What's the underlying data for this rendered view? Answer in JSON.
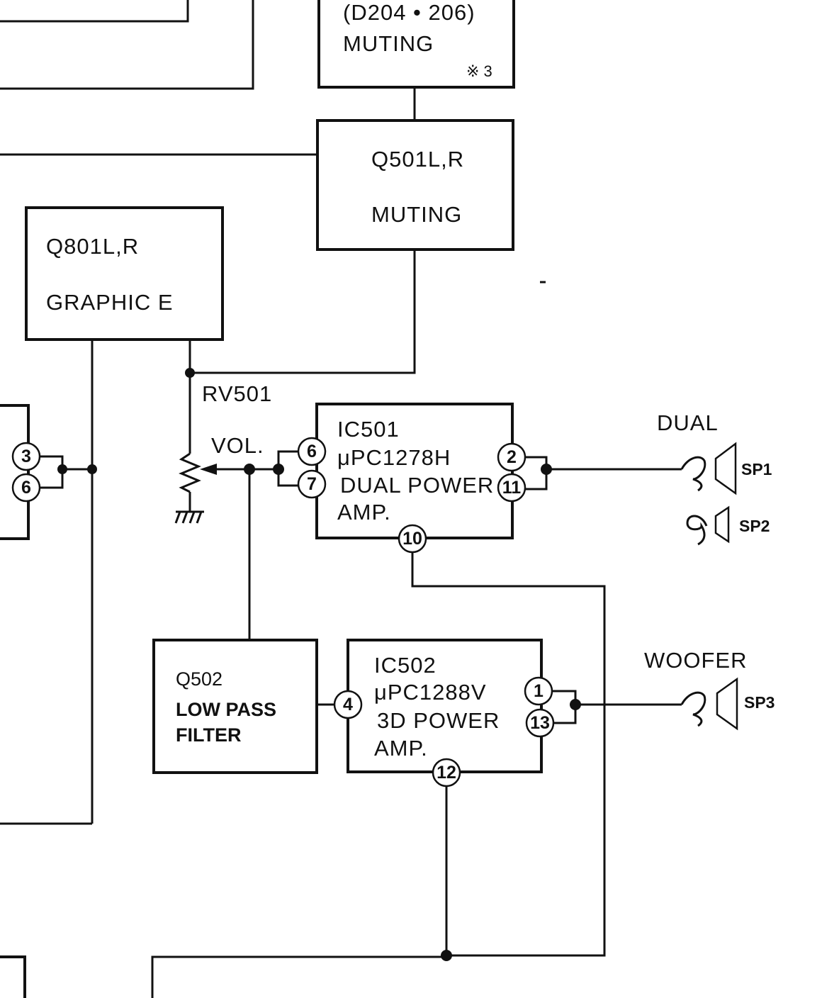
{
  "blocks": {
    "muting_top": {
      "line1": "(D204 • 206)",
      "line2": "MUTING",
      "note": "※ 3"
    },
    "q501": {
      "line1": "Q501L,R",
      "line2": "MUTING"
    },
    "q801": {
      "line1": "Q801L,R",
      "line2": "GRAPHIC E"
    },
    "ic501": {
      "line1": "IC501",
      "line2": "μPC1278H",
      "line3": "DUAL POWER",
      "line4": "AMP."
    },
    "q502": {
      "line1": "Q502",
      "line2": "LOW PASS",
      "line3": "FILTER"
    },
    "ic502": {
      "line1": "IC502",
      "line2": "μPC1288V",
      "line3": "3D POWER",
      "line4": "AMP."
    }
  },
  "labels": {
    "rv501": "RV501",
    "vol": "VOL.",
    "dual": "DUAL",
    "woofer": "WOOFER",
    "sp1": "SP1",
    "sp2": "SP2",
    "sp3": "SP3"
  },
  "pins": {
    "left_3": "3",
    "left_6": "6",
    "ic501_6": "6",
    "ic501_7": "7",
    "ic501_2": "2",
    "ic501_11": "11",
    "ic501_10": "10",
    "ic502_4": "4",
    "ic502_1": "1",
    "ic502_13": "13",
    "ic502_12": "12"
  }
}
